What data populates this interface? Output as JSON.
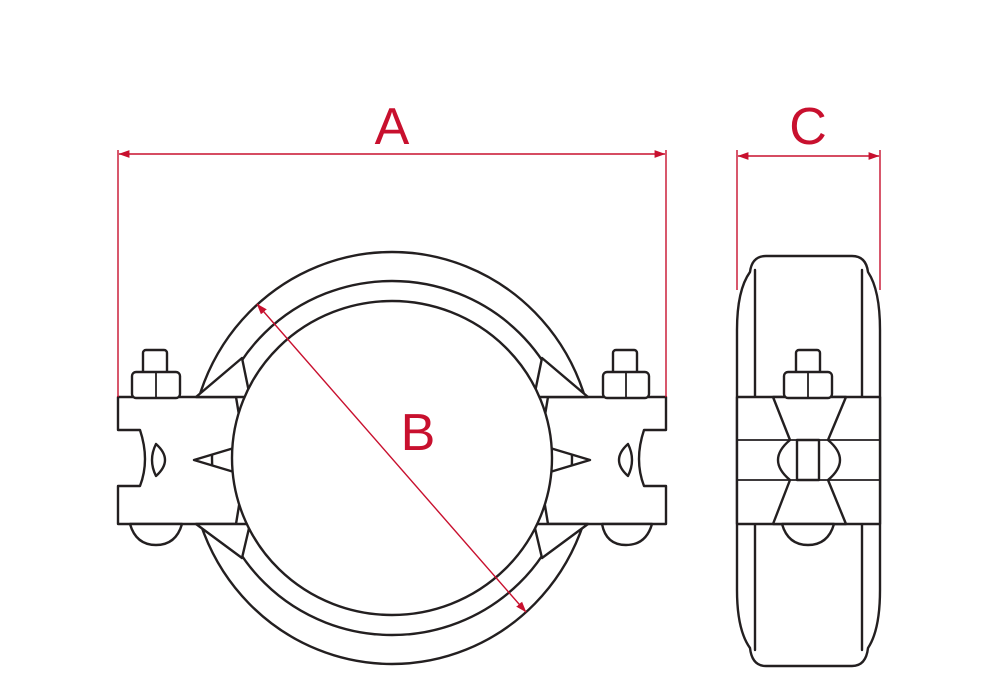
{
  "colors": {
    "dimension": "#c8102e",
    "outline": "#231f20",
    "background": "#ffffff"
  },
  "dimensions": {
    "overall_width": "A",
    "inner_diameter": "B",
    "depth": "C"
  }
}
